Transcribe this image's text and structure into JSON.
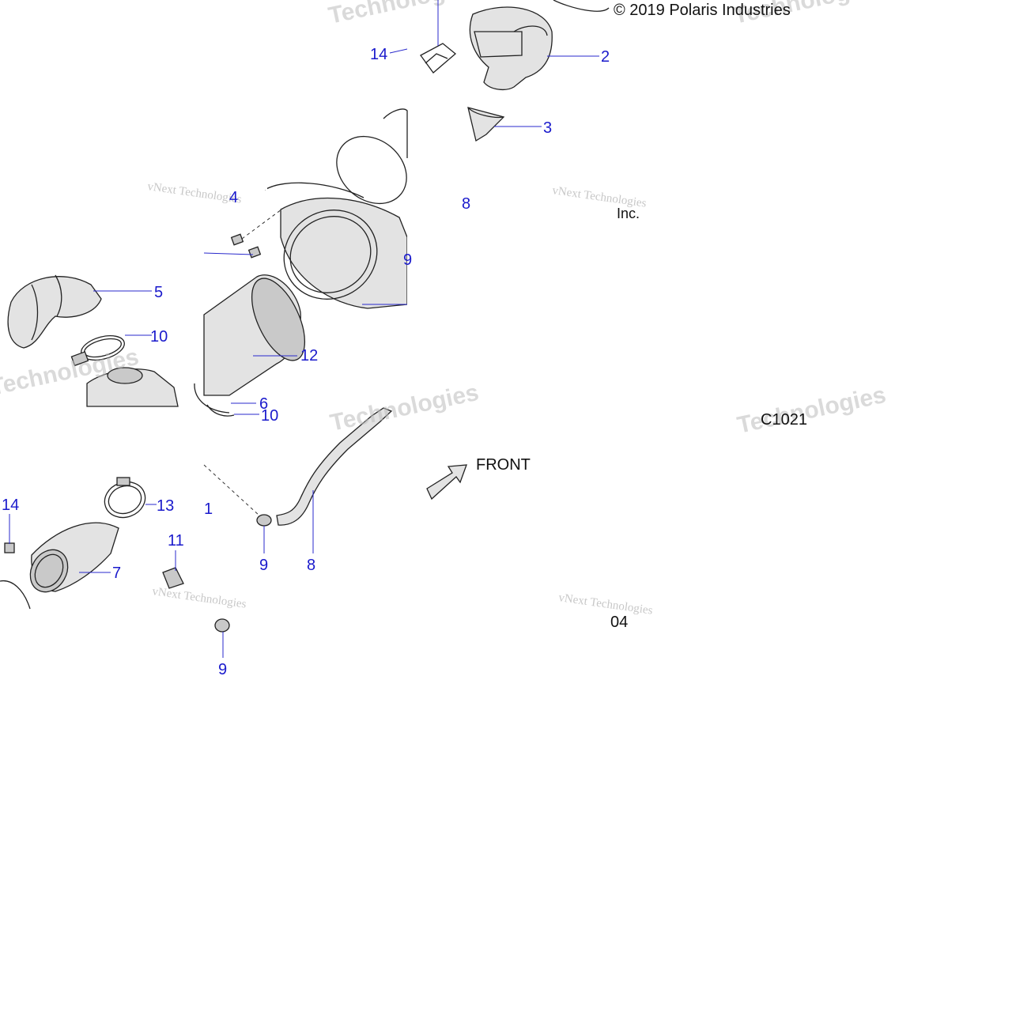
{
  "copyright": "© 2019 Polaris Industries",
  "drawing_code": "C1021",
  "front_label": "FRONT",
  "fragment_inc": "Inc.",
  "fragment_04": "04",
  "fragment_8": "8",
  "fragment_9": "9",
  "watermark_script": "vNext Technologies",
  "watermark_bold": "Technologies",
  "callouts": {
    "c14a": "14",
    "c2": "2",
    "c3": "3",
    "c4": "4",
    "c5": "5",
    "c10a": "10",
    "c12": "12",
    "c6": "6",
    "c10b": "10",
    "c14b": "14",
    "c13": "13",
    "c1": "1",
    "c11": "11",
    "c7": "7",
    "c9a": "9",
    "c8": "8",
    "c9b": "9"
  }
}
